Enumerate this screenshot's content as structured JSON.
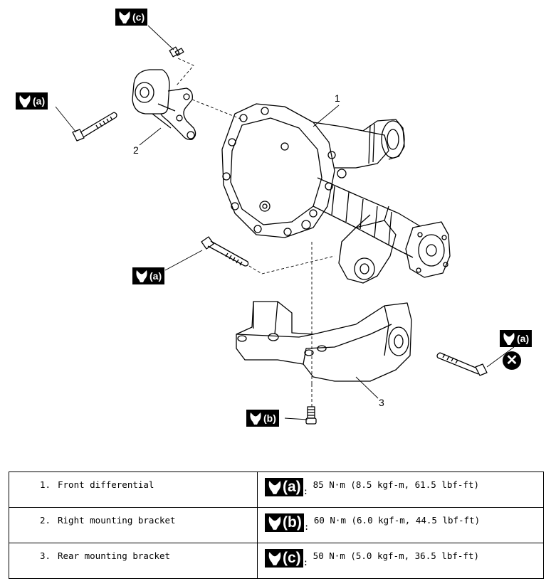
{
  "callouts": {
    "c_top": "(c)",
    "a_left": "(a)",
    "a_mid": "(a)",
    "a_right": "(a)",
    "b_bottom": "(b)"
  },
  "part_numbers": {
    "p1": "1",
    "p2": "2",
    "p3": "3"
  },
  "x_mark": "✕",
  "legend": [
    {
      "num": "1.",
      "name": "Front differential",
      "torque_key": "(a)",
      "torque_value": "85 N·m (8.5 kgf-m, 61.5 lbf-ft)"
    },
    {
      "num": "2.",
      "name": "Right mounting bracket",
      "torque_key": "(b)",
      "torque_value": "60 N·m (6.0 kgf-m, 44.5 lbf-ft)"
    },
    {
      "num": "3.",
      "name": "Rear mounting bracket",
      "torque_key": "(c)",
      "torque_value": "50 N·m (5.0 kgf-m, 36.5 lbf-ft)"
    }
  ],
  "colors": {
    "ink": "#000000",
    "paper": "#ffffff"
  },
  "icons": {
    "torque": "torque-wrench-icon",
    "do_not_reuse": "x-circle-icon"
  }
}
